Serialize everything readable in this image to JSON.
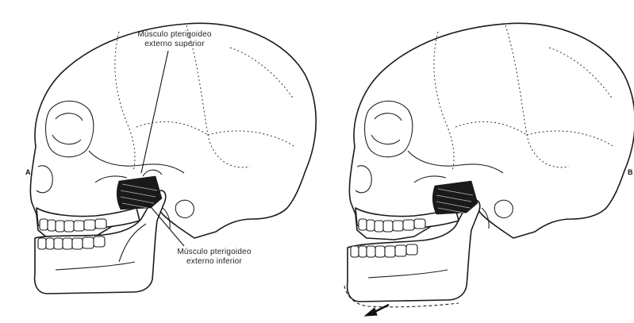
{
  "figure": {
    "panel_a": {
      "letter": "A",
      "label_upper": [
        "Músculo pterigoideo",
        "externo superior"
      ],
      "label_lower": [
        "Músculo pterigoideo",
        "externo inferior"
      ]
    },
    "panel_b": {
      "letter": "B",
      "arrow": "arrow-icon"
    }
  }
}
